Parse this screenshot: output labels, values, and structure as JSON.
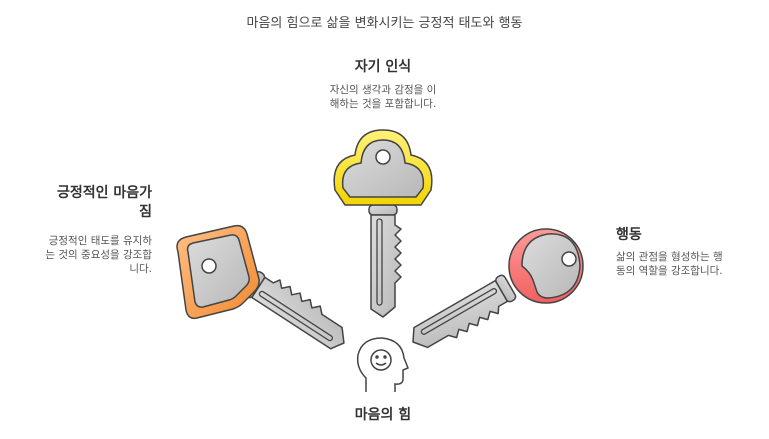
{
  "title": "마음의 힘으로 삶을 변화시키는 긍정적 태도와 행동",
  "center": {
    "label": "마음의 힘",
    "icon": "head-smile-icon"
  },
  "items": [
    {
      "title": "자기 인식",
      "description_lines": [
        "자신의 생각과 감정을 이",
        "해하는 것을 포함합니다."
      ],
      "color": "#F5E12A",
      "icon": "key-icon"
    },
    {
      "title_lines": [
        "긍정적인 마음가",
        "짐"
      ],
      "description_lines": [
        "긍정적인 태도를 유지하",
        "는 것의 중요성을 강조합",
        "니다."
      ],
      "color": "#F59A45",
      "icon": "key-icon"
    },
    {
      "title": "행동",
      "description_lines": [
        "삶의 관점을 형성하는 행",
        "동의 역할을 강조합니다."
      ],
      "color": "#F06A6A",
      "icon": "key-icon"
    }
  ]
}
